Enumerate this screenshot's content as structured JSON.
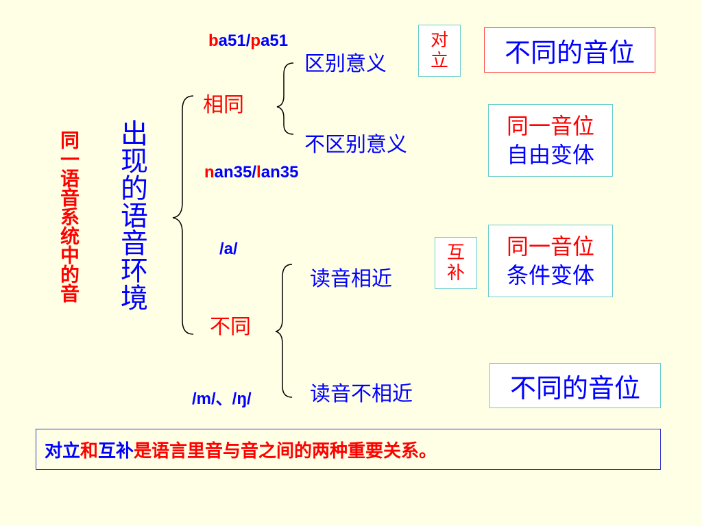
{
  "diagram": {
    "root_label": "同一语音系统中的音",
    "env_label": "出现的语音环境",
    "same": {
      "label": "相同",
      "example": {
        "initial_1": "b",
        "rest_1": "a51/",
        "initial_2": "p",
        "rest_2": "a51"
      },
      "distinguish": {
        "label": "区别意义",
        "relation": {
          "line1": "对",
          "line2": "立"
        },
        "result": "不同的音位"
      },
      "not_distinguish": {
        "label": "不区别意义",
        "example": {
          "initial_1": "n",
          "rest_1": "an35/",
          "initial_2": "l",
          "rest_2": "an35"
        },
        "result": {
          "line1": "同一音位",
          "line2": "自由变体"
        }
      }
    },
    "different": {
      "label": "不同",
      "example_a": "/a/",
      "example_m": "/m/、/ŋ/",
      "similar": {
        "label": "读音相近",
        "relation": {
          "line1": "互",
          "line2": "补"
        },
        "result": {
          "line1": "同一音位",
          "line2": "条件变体"
        }
      },
      "not_similar": {
        "label": "读音不相近",
        "result": "不同的音位"
      }
    },
    "summary": {
      "part1": "对立",
      "part2": "和",
      "part3": "互补",
      "part4": "是语言里音与音之间的两种重要关系。"
    }
  }
}
